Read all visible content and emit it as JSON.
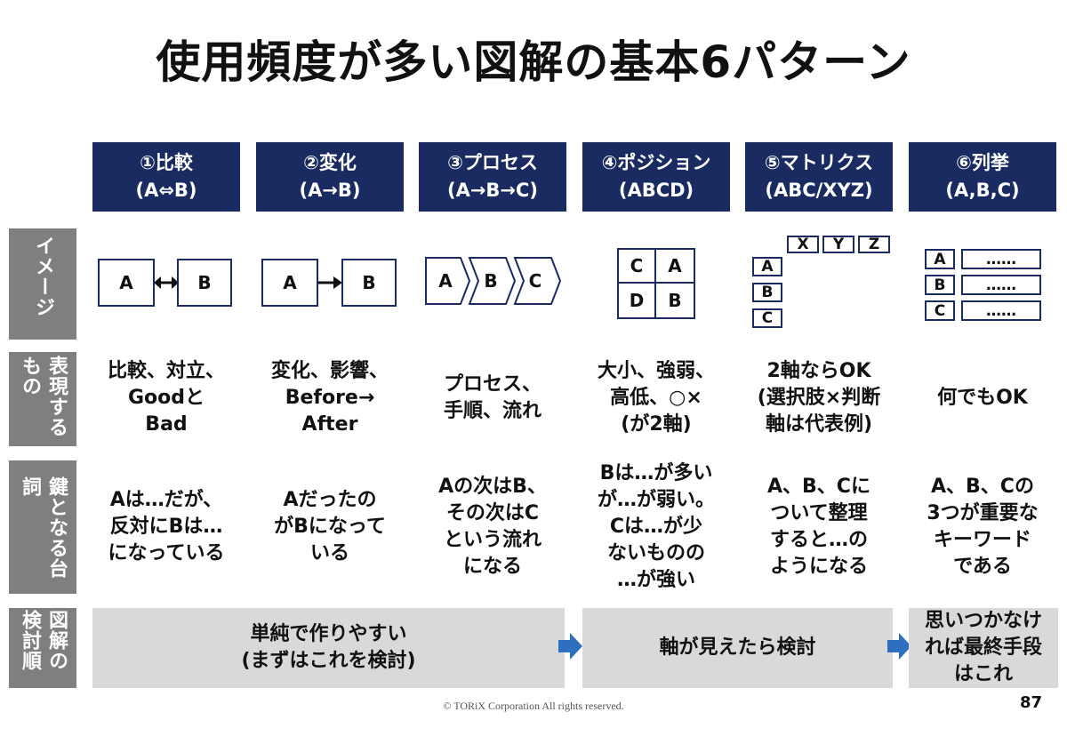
{
  "title": "使用頻度が多い図解の基本6パターン",
  "columns": [
    {
      "line1": "①比較",
      "line2": "(A⇔B)"
    },
    {
      "line1": "②変化",
      "line2": "(A→B)"
    },
    {
      "line1": "③プロセス",
      "line2": "(A→B→C)"
    },
    {
      "line1": "④ポジション",
      "line2": "(ABCD)"
    },
    {
      "line1": "⑤マトリクス",
      "line2": "(ABC/XYZ)"
    },
    {
      "line1": "⑥列挙",
      "line2": "(A,B,C)"
    }
  ],
  "row_labels": {
    "image": "イメージ",
    "expresses": "表現するもの",
    "key_phrase": "鍵となる台詞",
    "review_order": "図解の検討順"
  },
  "images": {
    "compare": [
      "A",
      "B"
    ],
    "change": [
      "A",
      "B"
    ],
    "process": [
      "A",
      "B",
      "C"
    ],
    "position": [
      "C",
      "A",
      "D",
      "B"
    ],
    "matrix": {
      "top": [
        "X",
        "Y",
        "Z"
      ],
      "left": [
        "A",
        "B",
        "C"
      ]
    },
    "list": {
      "labels": [
        "A",
        "B",
        "C"
      ],
      "dots": "……"
    }
  },
  "expresses": [
    "比較、対立、\nGoodと\nBad",
    "変化、影響、\nBefore→\nAfter",
    "プロセス、\n手順、流れ",
    "大小、強弱、\n高低、○×\n(が2軸)",
    "2軸ならOK\n(選択肢×判断\n軸は代表例)",
    "何でもOK"
  ],
  "key_phrases": [
    "Aは…だが、\n反対にBは…\nになっている",
    "Aだったの\nがBになって\nいる",
    "Aの次はB、\nその次はC\nという流れ\nになる",
    "Bは…が多い\nが…が弱い。\nCは…が少\nないものの\n…が強い",
    "A、B、Cに\nついて整理\nすると…の\nようになる",
    "A、B、Cの\n3つが重要な\nキーワード\nである"
  ],
  "review": [
    "単純で作りやすい\n(まずはこれを検討)",
    "軸が見えたら検討",
    "思いつかなけ\nれば最終手段\nはこれ"
  ],
  "footer": "© TORiX Corporation All rights reserved.",
  "page_number": "87",
  "colors": {
    "navy": "#1a2b62",
    "gray_label": "#7f7f7f",
    "gray_band": "#d9d9d9",
    "arrow_blue": "#2e6fbf"
  }
}
